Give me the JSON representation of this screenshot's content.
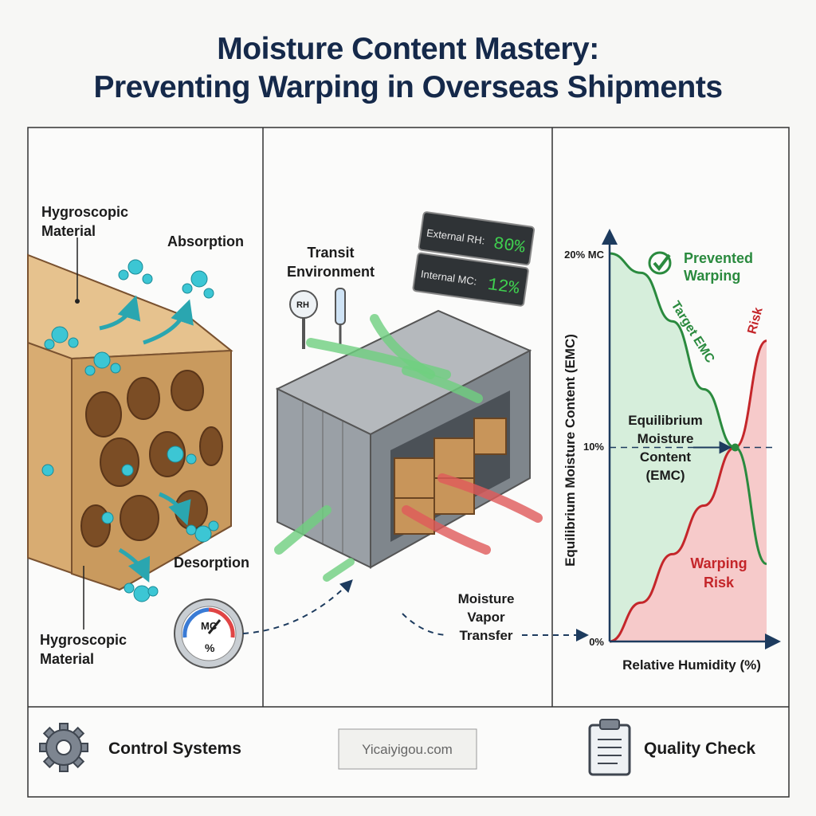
{
  "title": {
    "line1": "Moisture Content Mastery:",
    "line2": "Preventing Warping in Overseas Shipments"
  },
  "left_panel": {
    "label_top": [
      "Hygroscopic",
      "Material"
    ],
    "absorption": "Absorption",
    "desorption": "Desorption",
    "label_bottom": [
      "Hygroscopic",
      "Material"
    ],
    "gauge": {
      "line1": "MC",
      "line2": "%"
    }
  },
  "middle_panel": {
    "transit": [
      "Transit",
      "Environment"
    ],
    "rh_meter": "RH",
    "display": {
      "external_label": "External RH:",
      "external_value": "80%",
      "internal_label": "Internal MC:",
      "internal_value": "12%",
      "value_color": "#3fcf4f"
    },
    "vapor_transfer": [
      "Moisture",
      "Vapor",
      "Transfer"
    ]
  },
  "chart_data": {
    "type": "line",
    "ylabel": "Equilibrium Moisture Content (EMC)",
    "xlabel": "Relative Humidity (%)",
    "y_ticks": [
      "20% MC",
      "10%",
      "0%"
    ],
    "ylim": [
      0,
      20
    ],
    "series": [
      {
        "name": "Target EMC",
        "color": "#2a8a3e",
        "y": [
          20,
          19,
          16.5,
          13,
          10,
          4
        ]
      },
      {
        "name": "Risk",
        "color": "#c4262a",
        "y": [
          0,
          2,
          4.5,
          7,
          10,
          15.5
        ]
      }
    ],
    "intersection_label": [
      "Equilibrium",
      "Moisture",
      "Content",
      "(EMC)"
    ],
    "prevented_label": [
      "Prevented",
      "Warping"
    ],
    "risk_label": [
      "Warping",
      "Risk"
    ],
    "colors": {
      "safe_fill": "#d6eedb",
      "risk_fill": "#f6caca"
    }
  },
  "bottom": {
    "control": "Control Systems",
    "watermark": "Yicaiyigou.com",
    "quality": "Quality Check"
  }
}
